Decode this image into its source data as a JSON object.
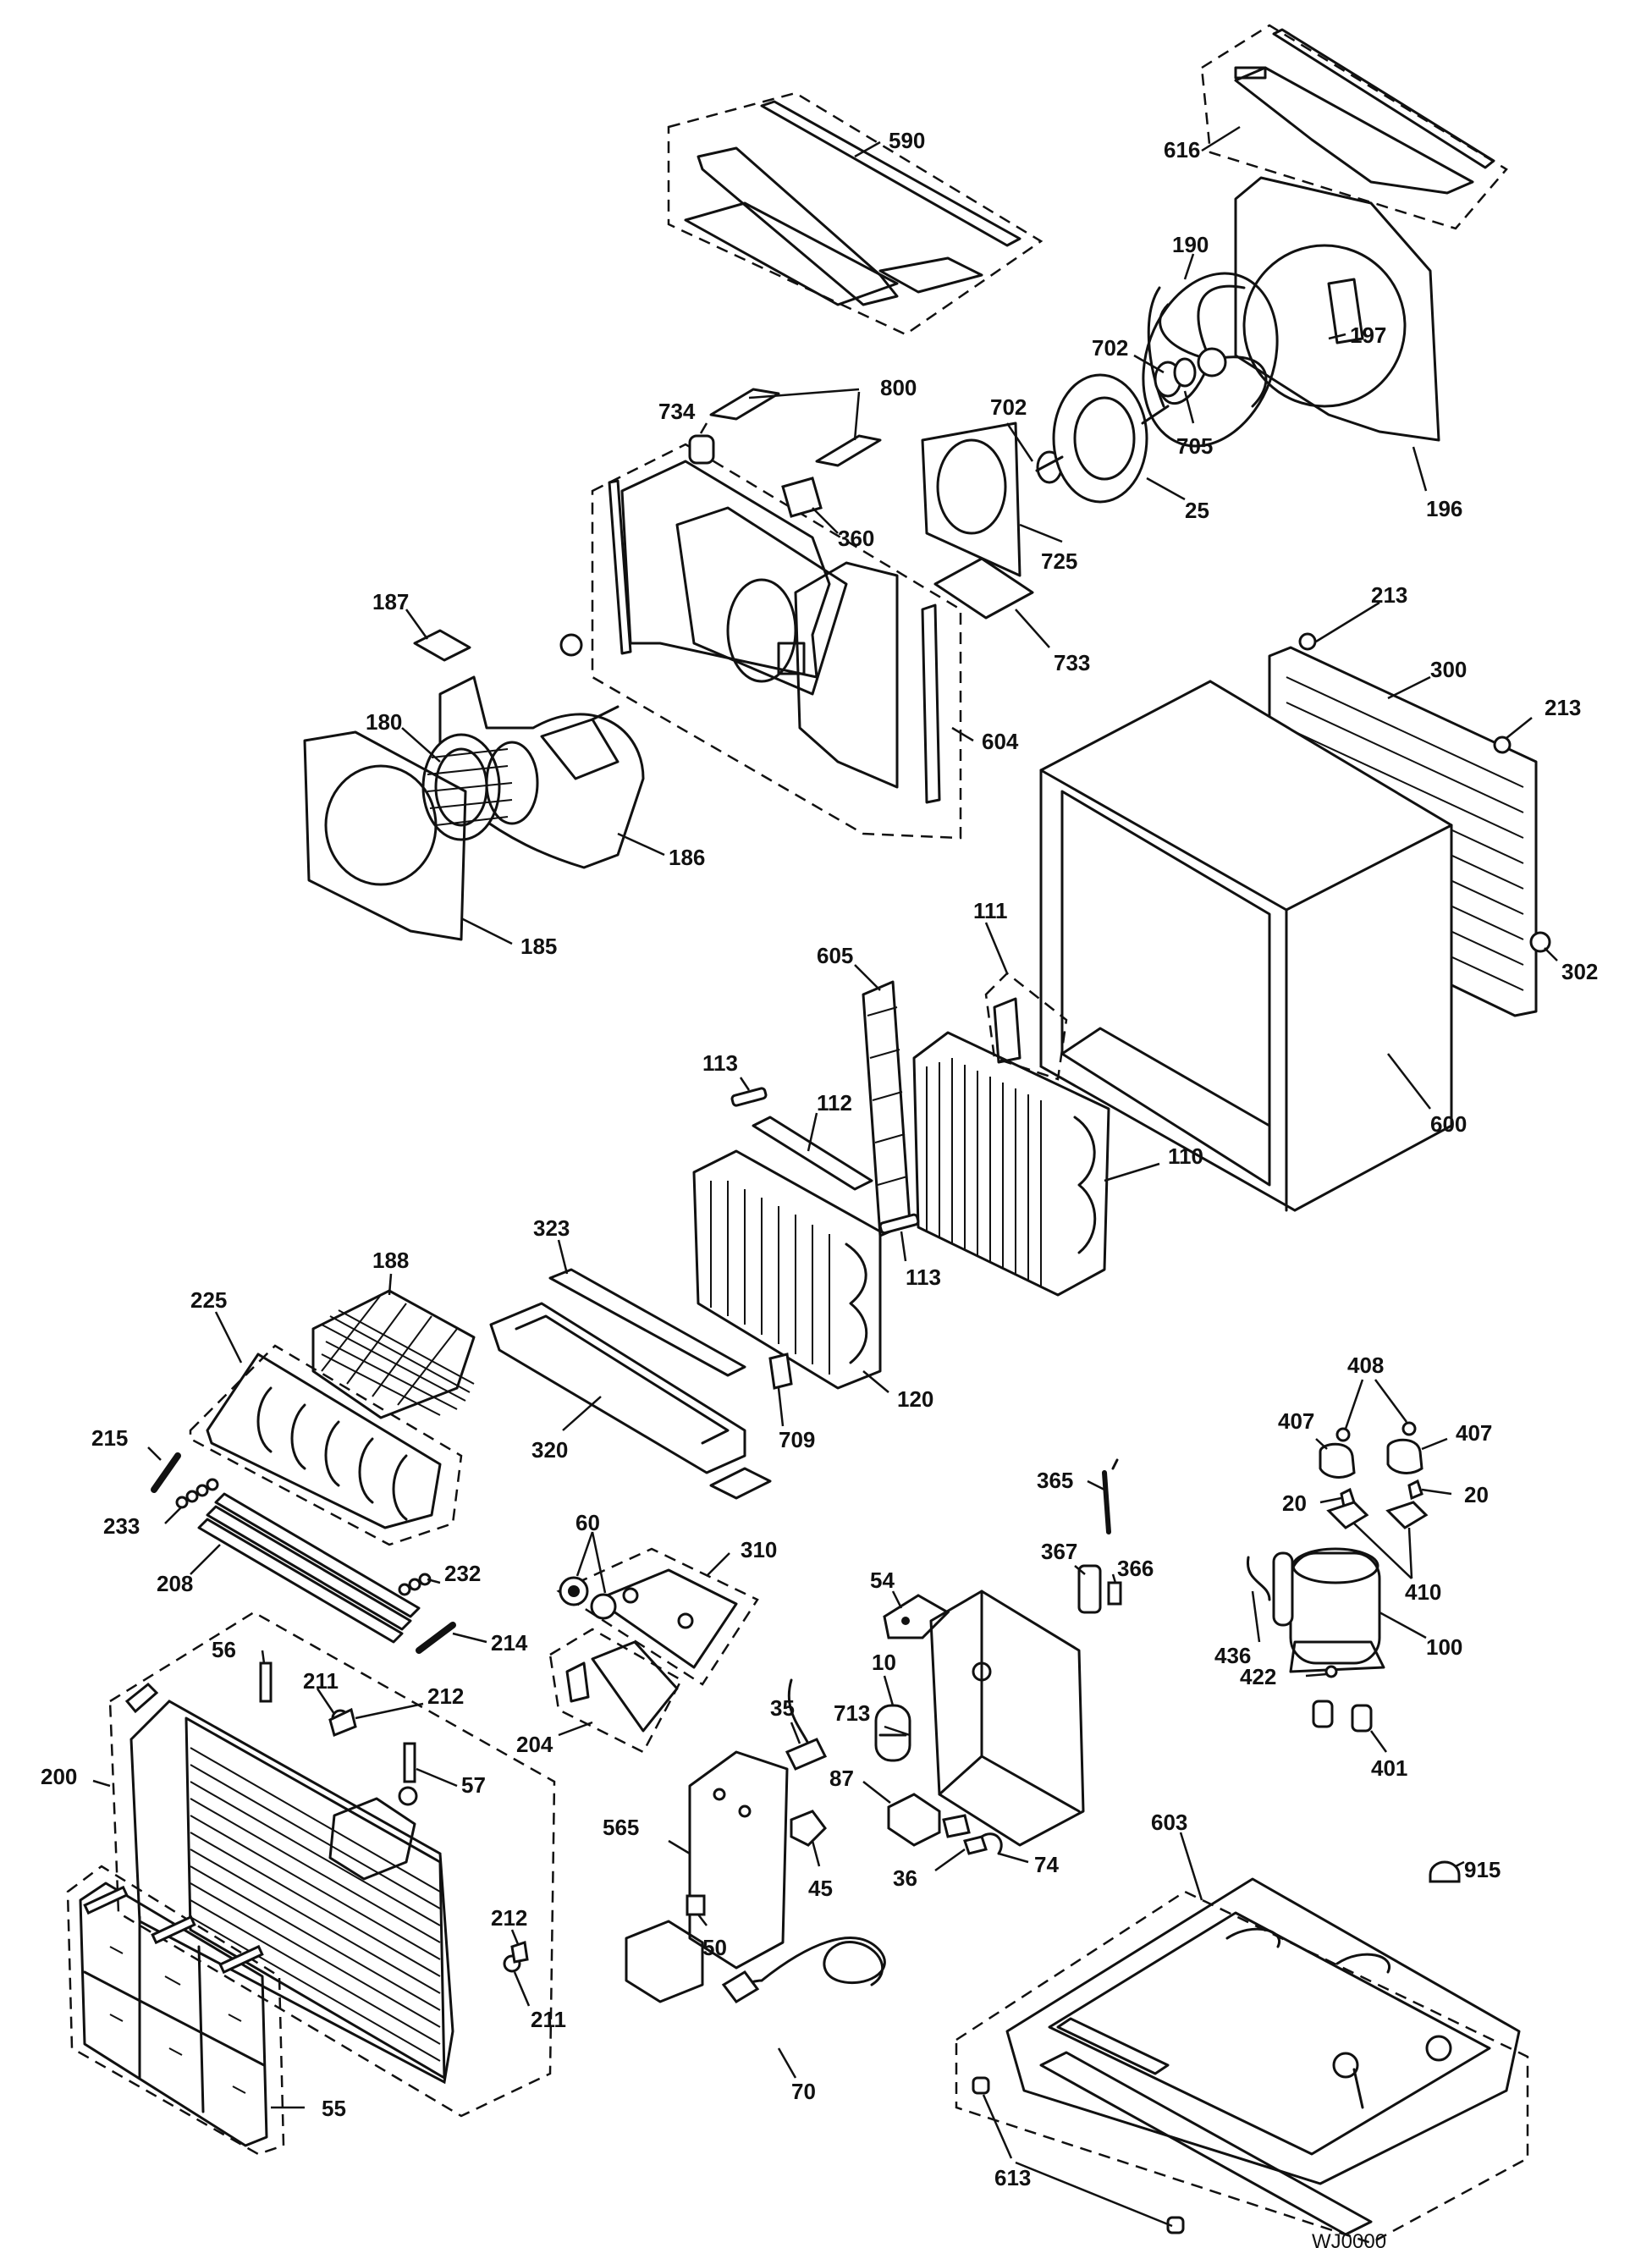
{
  "figure_code": "WJ0000",
  "part_numbers": {
    "p590": "590",
    "p616": "616",
    "p190": "190",
    "p197": "197",
    "p196": "196",
    "p702a": "702",
    "p702b": "702",
    "p705": "705",
    "p25": "25",
    "p725": "725",
    "p733": "733",
    "p800": "800",
    "p734": "734",
    "p360": "360",
    "p604": "604",
    "p187": "187",
    "p180": "180",
    "p186": "186",
    "p185": "185",
    "p213a": "213",
    "p213b": "213",
    "p300": "300",
    "p302": "302",
    "p600": "600",
    "p111": "111",
    "p605": "605",
    "p110": "110",
    "p113a": "113",
    "p113b": "113",
    "p112": "112",
    "p120": "120",
    "p323": "323",
    "p320": "320",
    "p709": "709",
    "p188": "188",
    "p225": "225",
    "p215": "215",
    "p233": "233",
    "p208": "208",
    "p232": "232",
    "p214": "214",
    "p60": "60",
    "p310": "310",
    "p204": "204",
    "p56": "56",
    "p211a": "211",
    "p212a": "212",
    "p57": "57",
    "p200": "200",
    "p212b": "212",
    "p211b": "211",
    "p55": "55",
    "p54": "54",
    "p10": "10",
    "p713": "713",
    "p35": "35",
    "p87": "87",
    "p565": "565",
    "p45": "45",
    "p36": "36",
    "p74": "74",
    "p50": "50",
    "p70": "70",
    "p365": "365",
    "p367": "367",
    "p366": "366",
    "p408": "408",
    "p407a": "407",
    "p407b": "407",
    "p20a": "20",
    "p20b": "20",
    "p410": "410",
    "p436": "436",
    "p100": "100",
    "p422": "422",
    "p401": "401",
    "p603": "603",
    "p915": "915",
    "p613": "613"
  }
}
